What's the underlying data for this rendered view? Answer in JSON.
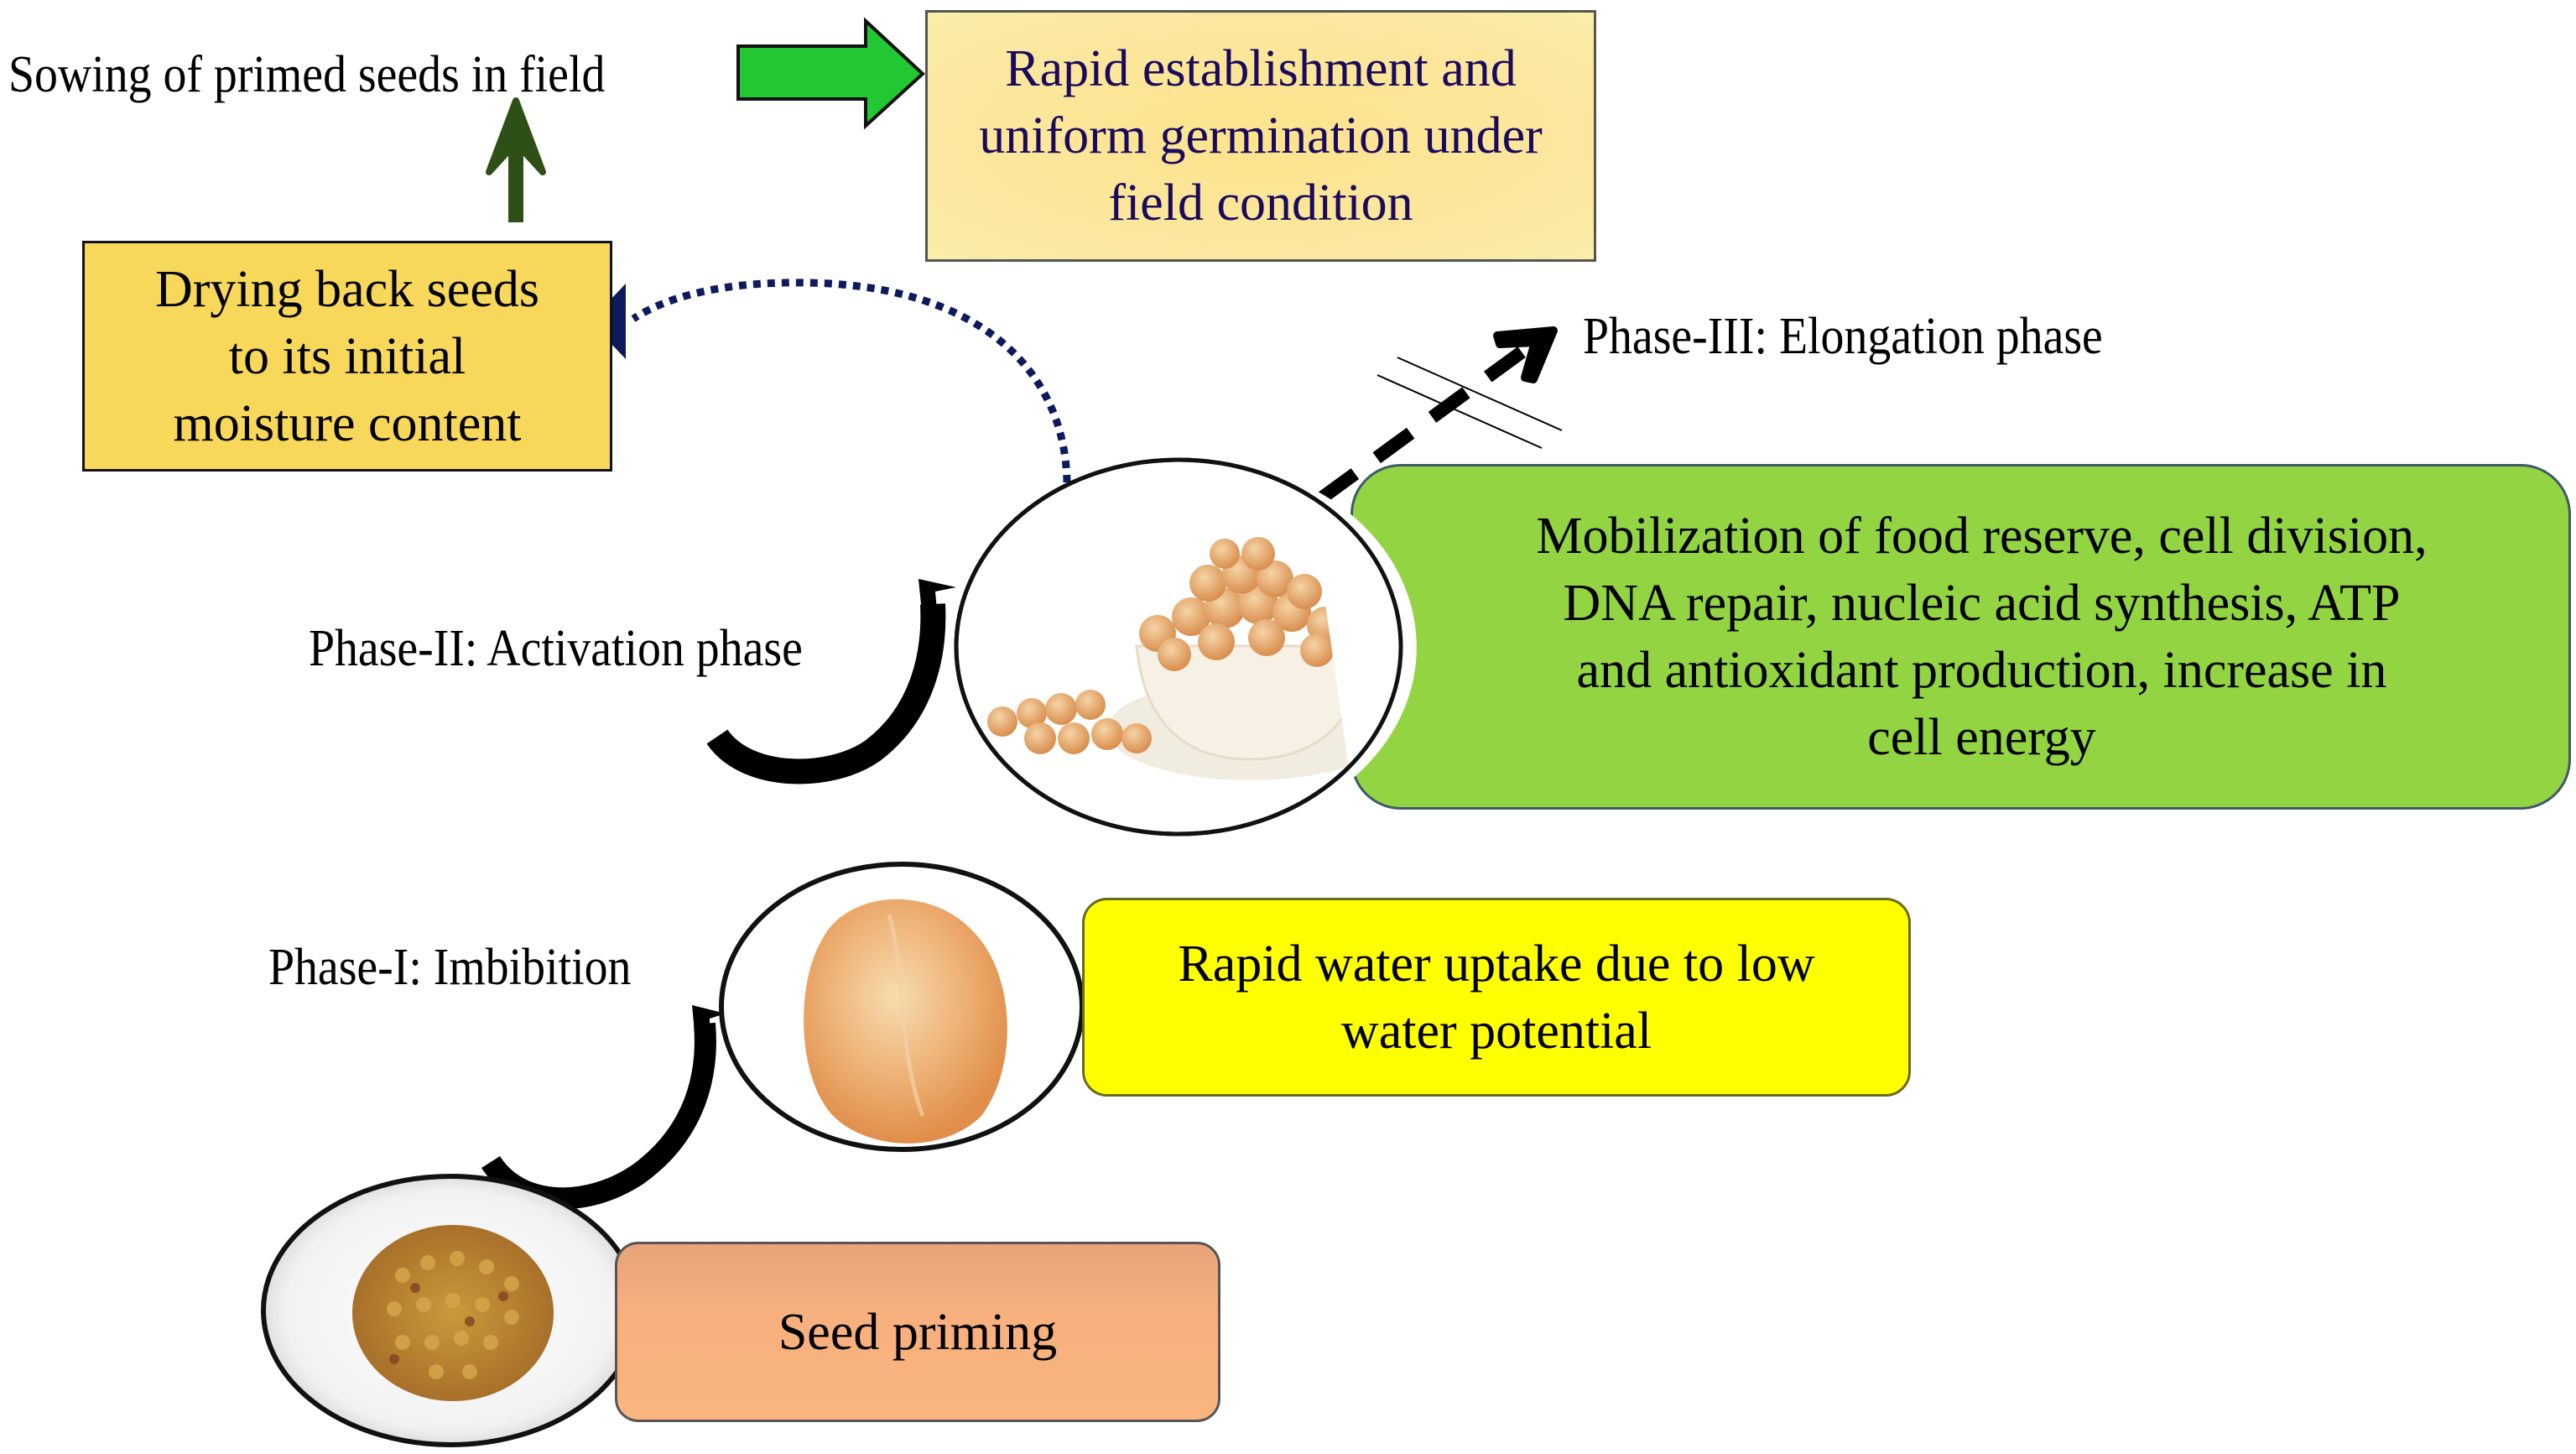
{
  "diagram": {
    "sowing_label": "Sowing of primed seeds in field",
    "establishment_box": {
      "lines": [
        "Rapid establishment and",
        "uniform germination under",
        "field condition"
      ]
    },
    "drying_box": {
      "lines": [
        "Drying back seeds",
        "to its initial",
        "moisture content"
      ]
    },
    "phase3_label": "Phase-III: Elongation phase",
    "phase2_label": "Phase-II: Activation phase",
    "phase1_label": "Phase-I: Imbibition",
    "activation_box": {
      "lines": [
        "Mobilization of food reserve, cell division,",
        "DNA repair, nucleic acid synthesis, ATP",
        "and antioxidant production, increase in",
        "cell energy"
      ]
    },
    "imbibition_box": {
      "lines": [
        "Rapid water uptake due to low",
        "water potential"
      ]
    },
    "priming_box": {
      "lines": [
        "Seed priming"
      ]
    },
    "images": {
      "plate": "plate-of-seeds-image",
      "swollen_seed": "imbibed-seed-image",
      "chickpea_bowl": "chickpea-bowl-image"
    },
    "colors": {
      "green_arrow": "#22c832",
      "up_arrow": "#2e5016",
      "dotted_arrow": "#0d1a5c",
      "establishment_fill": "#fbe7a0",
      "establishment_text": "#1a0a5e",
      "drying_fill": "#f8d85a",
      "activation_fill": "#92d441",
      "imbibition_fill": "#ffff00",
      "priming_fill": "#f7b07e"
    }
  }
}
